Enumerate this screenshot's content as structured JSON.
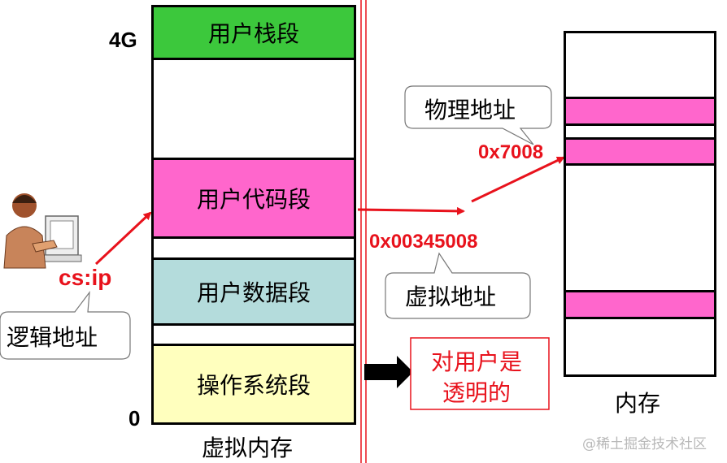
{
  "virtual": {
    "top_label": "4G",
    "bottom_label": "0",
    "caption": "虚拟内存",
    "segments": {
      "stack": "用户栈段",
      "code": "用户代码段",
      "data": "用户数据段",
      "os": "操作系统段"
    }
  },
  "memory": {
    "caption": "内存"
  },
  "addresses": {
    "cs_ip": "cs:ip",
    "virtual_value": "0x00345008",
    "physical_value": "0x7008"
  },
  "callouts": {
    "logical": "逻辑地址",
    "virtual": "虚拟地址",
    "physical": "物理地址",
    "transparent_line1": "对用户是",
    "transparent_line2": "透明的"
  },
  "watermark": "@稀土掘金技术社区",
  "colors": {
    "stack": "#3cc83c",
    "code": "#ff66cc",
    "data": "#b4dcdc",
    "os": "#ffffbe",
    "accent_red": "#e8121c"
  }
}
